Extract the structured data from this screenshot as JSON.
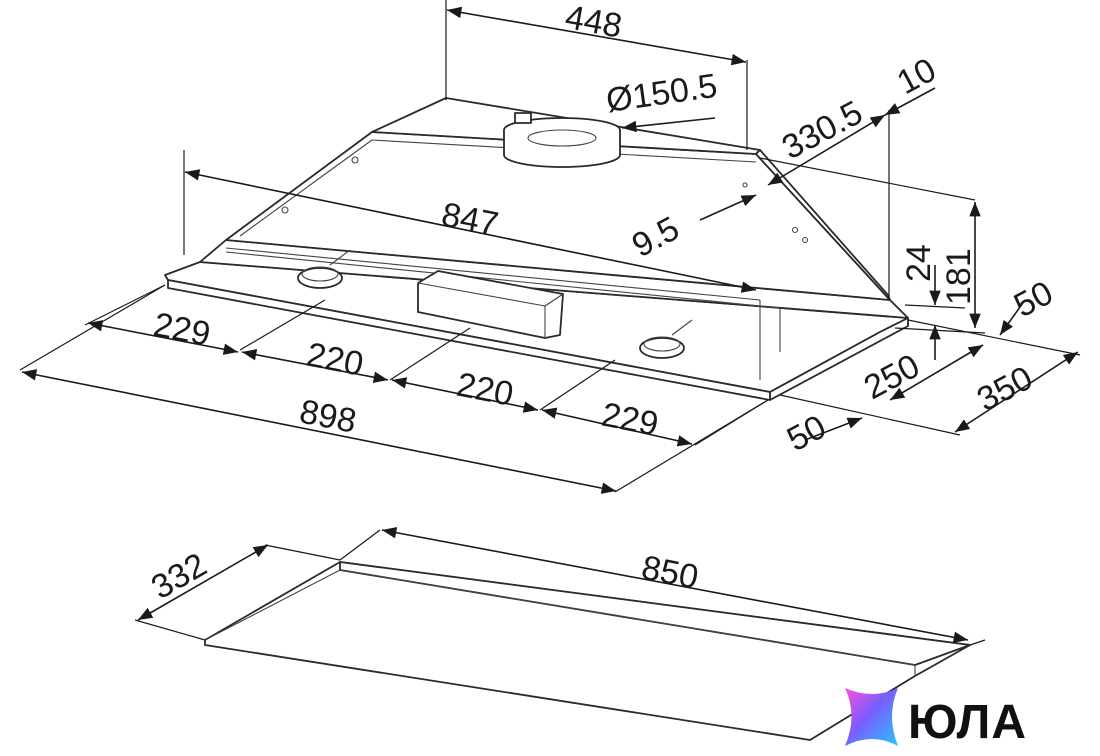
{
  "dimensions": {
    "width_top": "448",
    "duct_diameter": "Ø150.5",
    "depth_upper": "330.5",
    "offset_top": "10",
    "inner_width": "847",
    "offset_small": "9.5",
    "height_step": "24",
    "height_total": "181",
    "side_50_top": "50",
    "depth_250": "250",
    "depth_350": "350",
    "side_50_bottom": "50",
    "seg_229_left": "229",
    "seg_220_left": "220",
    "seg_220_right": "220",
    "seg_229_right": "229",
    "total_width": "898",
    "cutout_depth": "332",
    "cutout_width": "850"
  },
  "logo": {
    "text": "ЮЛА",
    "colors": [
      "#ff4fd8",
      "#7b5cff",
      "#27c4ff",
      "#ffb14f"
    ]
  }
}
